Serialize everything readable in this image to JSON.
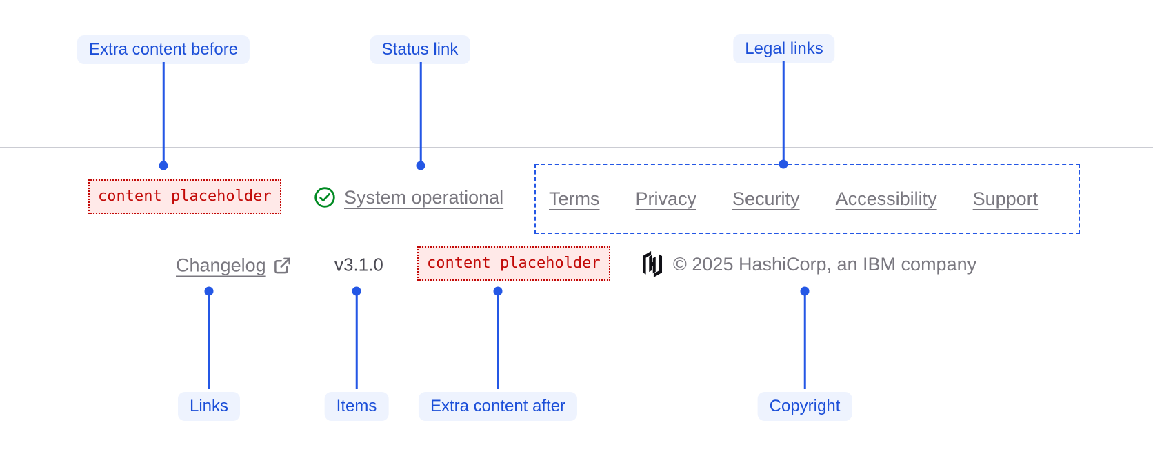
{
  "annotations": {
    "top": [
      {
        "label": "Extra content before"
      },
      {
        "label": "Status link"
      },
      {
        "label": "Legal links"
      }
    ],
    "bottom": [
      {
        "label": "Links"
      },
      {
        "label": "Items"
      },
      {
        "label": "Extra content after"
      },
      {
        "label": "Copyright"
      }
    ]
  },
  "footer": {
    "extra_content_before": {
      "placeholder": "content placeholder"
    },
    "status": {
      "label": "System operational",
      "icon": "check-circle-icon"
    },
    "legal_links": [
      "Terms",
      "Privacy",
      "Security",
      "Accessibility",
      "Support"
    ],
    "links": [
      {
        "label": "Changelog",
        "icon": "external-link-icon"
      }
    ],
    "items": {
      "version": "v3.1.0"
    },
    "extra_content_after": {
      "placeholder": "content placeholder"
    },
    "copyright": {
      "logo": "hashicorp-logo",
      "text": "© 2025 HashiCorp, an IBM company"
    }
  },
  "colors": {
    "accent": "#2457E5",
    "label_text": "#1C4FD8",
    "label_bg": "#EEF3FE",
    "link_gray": "#79777F",
    "version_gray": "#4D4C55",
    "placeholder_red": "#C20A08",
    "placeholder_bg": "#FFE9E8",
    "success_green": "#008A22",
    "divider": "#CBCCD3",
    "logo_black": "#101016"
  }
}
